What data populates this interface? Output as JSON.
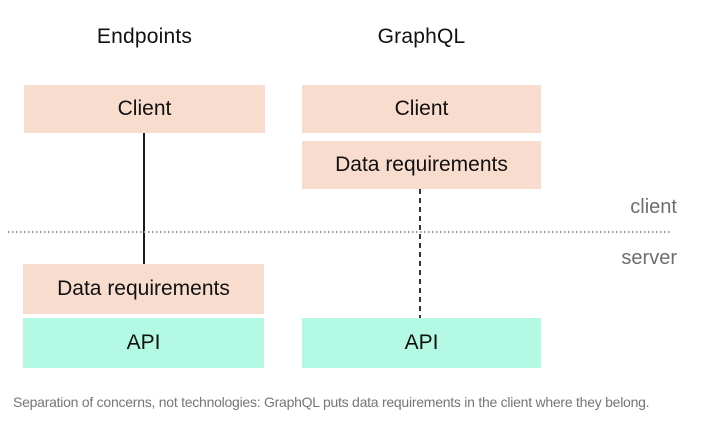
{
  "diagram": {
    "left_column": {
      "title": "Endpoints",
      "client_box": "Client",
      "data_requirements_box": "Data requirements",
      "api_box": "API"
    },
    "right_column": {
      "title": "GraphQL",
      "client_box": "Client",
      "data_requirements_box": "Data requirements",
      "api_box": "API"
    },
    "zone_labels": {
      "client": "client",
      "server": "server"
    },
    "caption": "Separation of concerns, not technologies: GraphQL puts data requirements in the client where they belong.",
    "colors": {
      "requirement_box": "#f8dcce",
      "api_box": "#b3f9e3",
      "zone_label": "#6e6e6e",
      "caption_text": "#767676",
      "solid_line": "#1a1a1a",
      "divider_dots": "#999999"
    }
  }
}
